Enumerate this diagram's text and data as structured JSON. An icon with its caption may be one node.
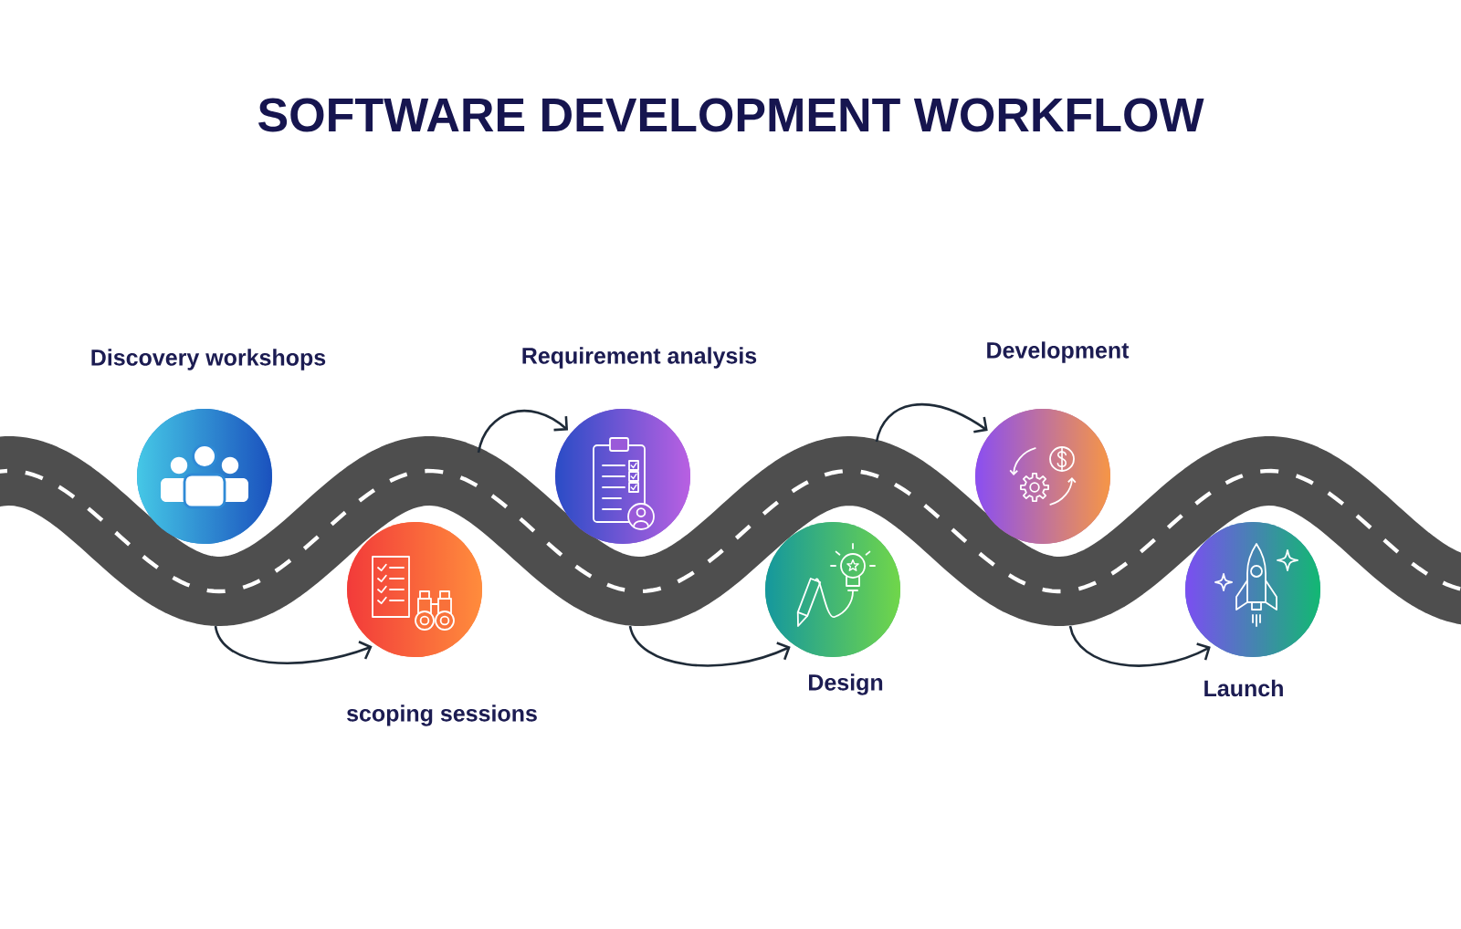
{
  "diagram": {
    "title": "SOFTWARE DEVELOPMENT WORKFLOW",
    "nodes": [
      {
        "text": [
          "Discovery workshops"
        ]
      },
      {
        "text": [
          "scoping sessions"
        ]
      },
      {
        "text": [
          "Requirement analysis"
        ]
      },
      {
        "text": [
          "Design"
        ]
      },
      {
        "text": [
          "Development"
        ]
      },
      {
        "text": [
          "Launch"
        ]
      }
    ],
    "edges": [
      {
        "from": null,
        "to": 1,
        "arrow": "to"
      },
      {
        "from": null,
        "to": 2,
        "arrow": "to"
      },
      {
        "from": null,
        "to": 3,
        "arrow": "to"
      },
      {
        "from": null,
        "to": 4,
        "arrow": "to"
      },
      {
        "from": null,
        "to": 5,
        "arrow": "to"
      }
    ]
  }
}
